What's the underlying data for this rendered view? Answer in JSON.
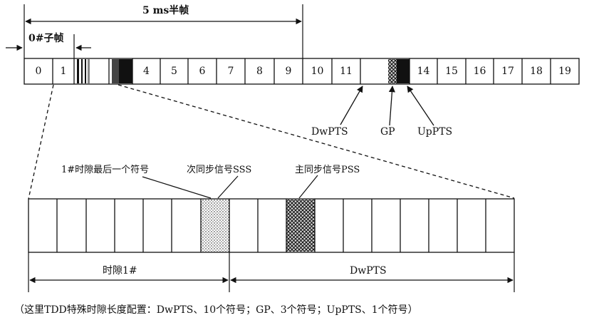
{
  "header": {
    "half_frame_label": "5 ms半帧",
    "subframe0_label": "0#子帧"
  },
  "frame": {
    "subframe_numbers": [
      "0",
      "1",
      "",
      "",
      "4",
      "5",
      "6",
      "7",
      "8",
      "9",
      "10",
      "11",
      "",
      "",
      "14",
      "15",
      "16",
      "17",
      "18",
      "19"
    ],
    "special_fields": [
      "DwPTS",
      "GP",
      "UpPTS"
    ]
  },
  "callouts": {
    "last_symbol": "1#时隙最后一个符号",
    "sss": "次同步信号SSS",
    "pss": "主同步信号PSS"
  },
  "detail": {
    "slot_label": "时隙1#",
    "dwpts_label": "DwPTS"
  },
  "caption": "（这里TDD特殊时隙长度配置：DwPTS、10个符号；GP、3个符号；UpPTS、1个符号）",
  "colors": {
    "line": "#111111",
    "background": "#ffffff"
  }
}
